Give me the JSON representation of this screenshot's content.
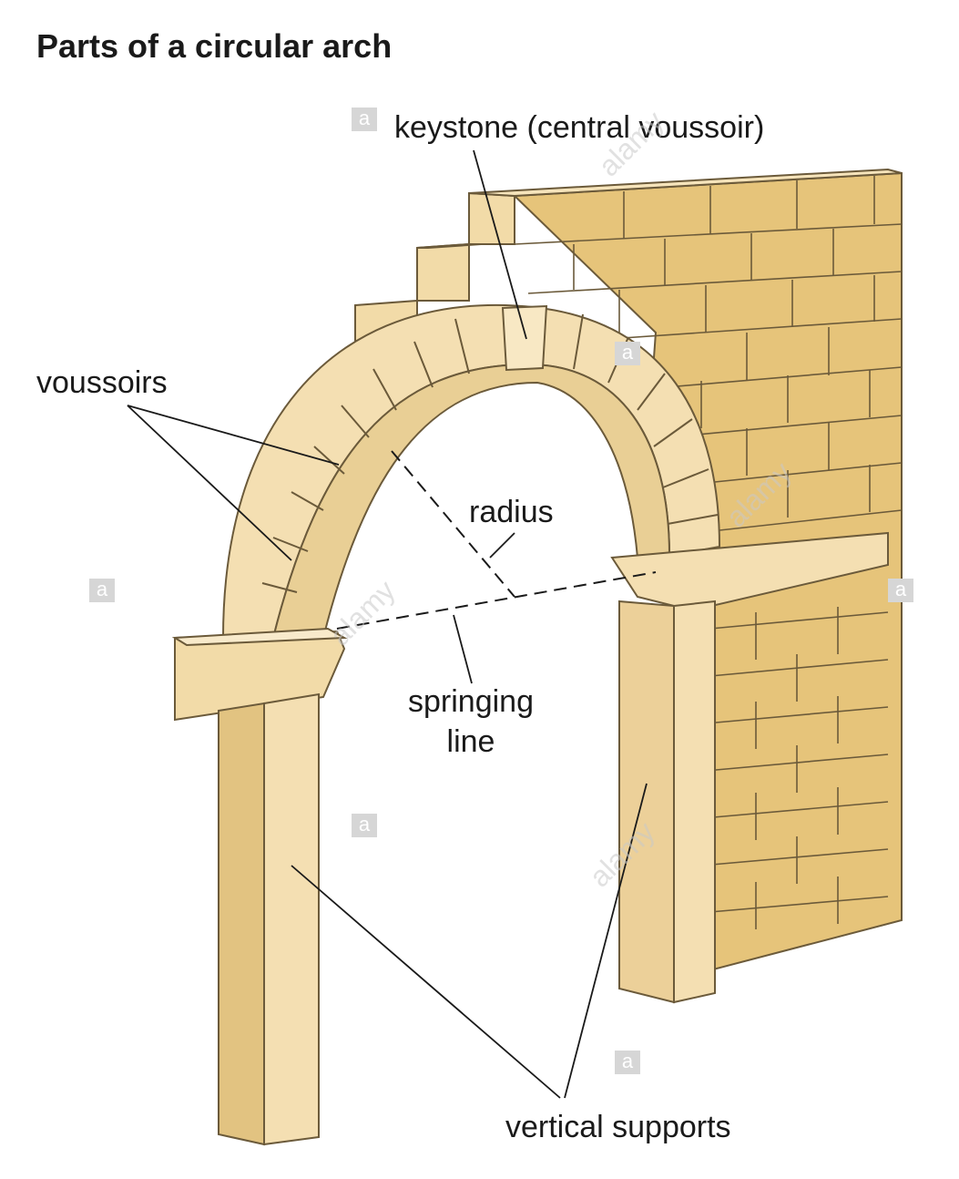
{
  "title": "Parts of a circular arch",
  "labels": {
    "keystone": "keystone (central voussoir)",
    "voussoirs": "voussoirs",
    "radius": "radius",
    "springing_line_1": "springing",
    "springing_line_2": "line",
    "vertical_supports": "vertical supports"
  },
  "watermark": {
    "glyph": "a",
    "text": "alamy"
  },
  "colors": {
    "stone_light": "#f4dfb2",
    "stone_mid": "#e9cf95",
    "wall": "#e6c47a",
    "outline": "#6b5a3a"
  }
}
